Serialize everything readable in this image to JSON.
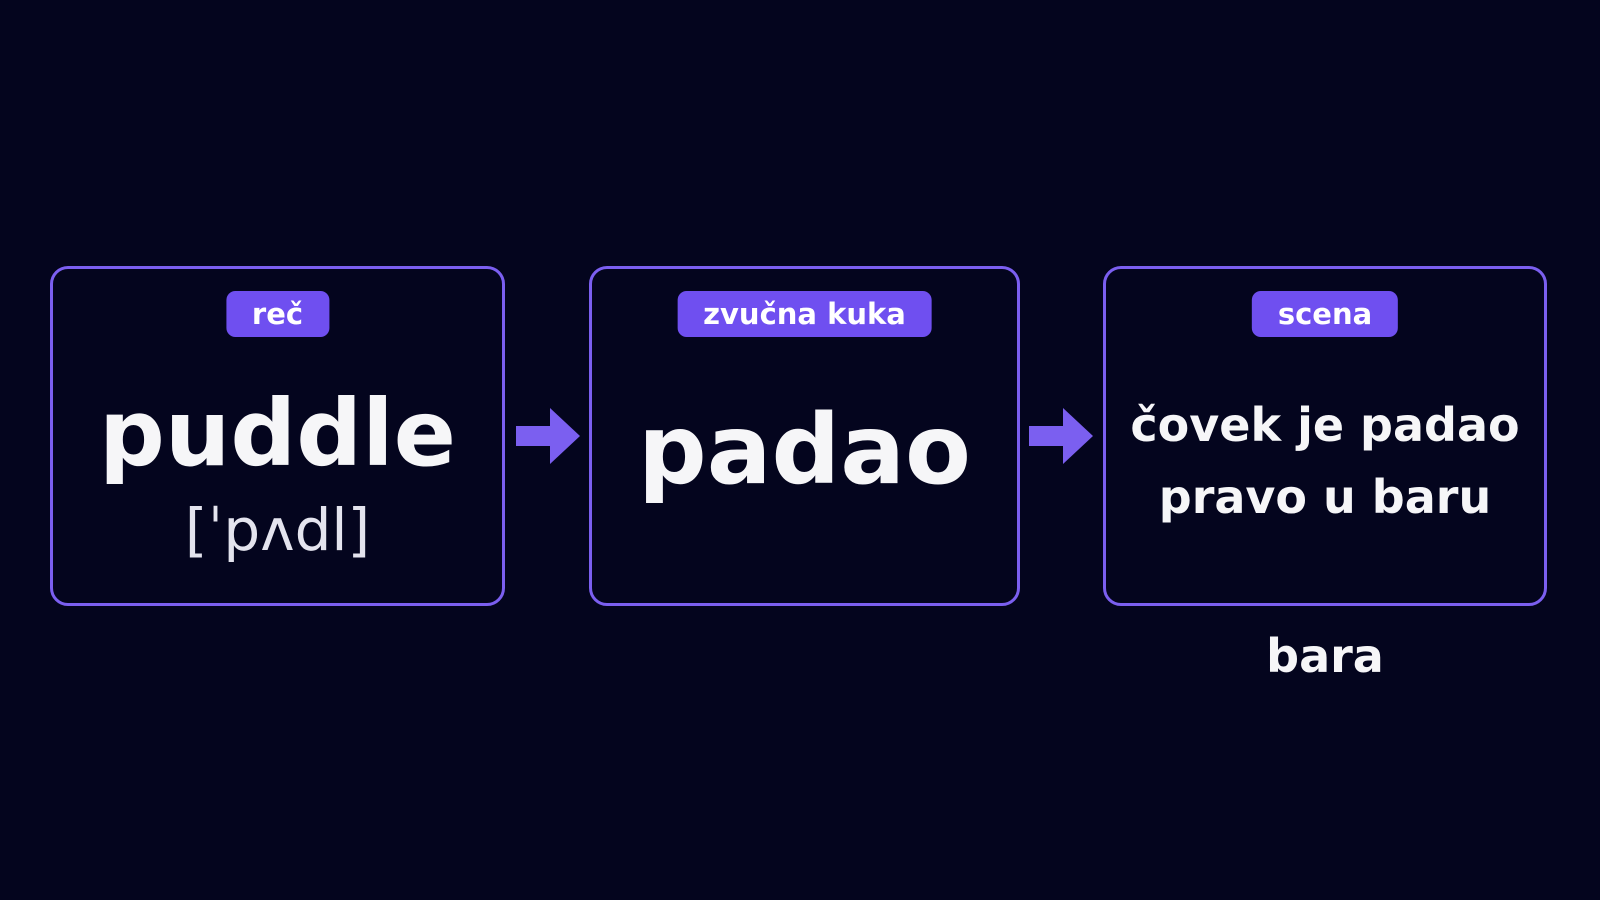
{
  "cards": {
    "word": {
      "tag": "reč",
      "text": "puddle",
      "ipa": "[ˈpʌdl]"
    },
    "hook": {
      "tag": "zvučna kuka",
      "text": "padao"
    },
    "scene": {
      "tag": "scena",
      "line1": "čovek je padao",
      "line2": "pravo u baru",
      "caption": "bara"
    }
  },
  "colors": {
    "background": "#04051e",
    "accent": "#7b5ff0",
    "tag_fill": "#6f4ff0",
    "text": "#f6f6f8"
  },
  "icons": {
    "connector": "arrow-right-icon"
  }
}
